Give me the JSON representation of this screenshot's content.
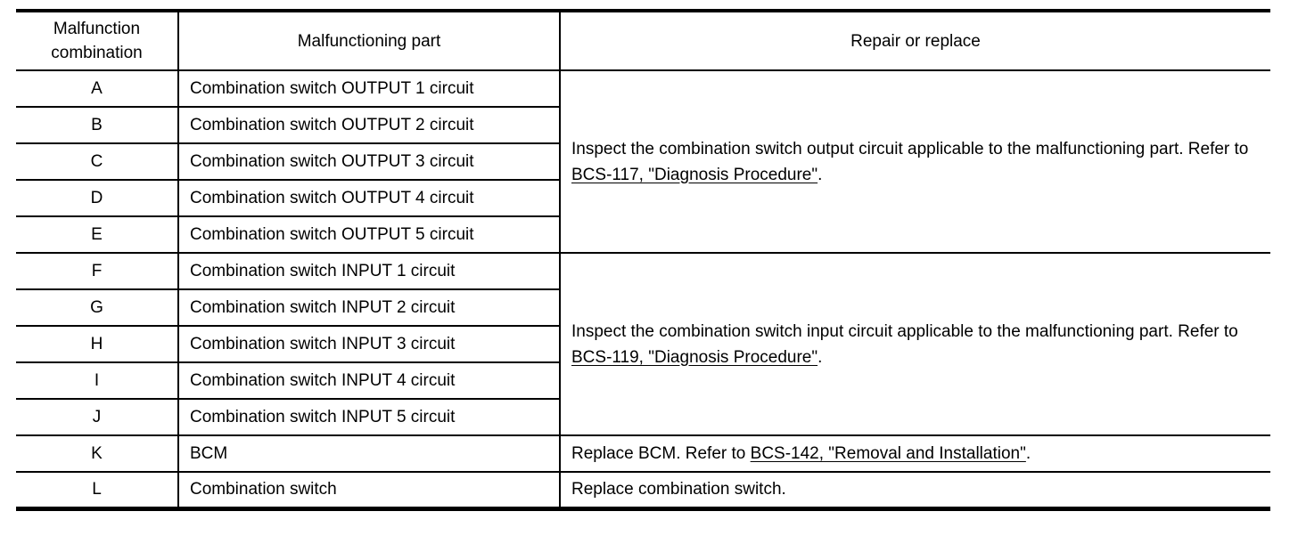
{
  "table": {
    "header": {
      "malfunction_combination": "Malfunction combination",
      "malfunctioning_part": "Malfunctioning part",
      "repair_or_replace": "Repair or replace"
    },
    "rows": [
      {
        "combo": "A",
        "part": "Combination switch OUTPUT 1 circuit"
      },
      {
        "combo": "B",
        "part": "Combination switch OUTPUT 2 circuit"
      },
      {
        "combo": "C",
        "part": "Combination switch OUTPUT 3 circuit"
      },
      {
        "combo": "D",
        "part": "Combination switch OUTPUT 4 circuit"
      },
      {
        "combo": "E",
        "part": "Combination switch OUTPUT 5 circuit"
      },
      {
        "combo": "F",
        "part": "Combination switch INPUT 1 circuit"
      },
      {
        "combo": "G",
        "part": "Combination switch INPUT 2 circuit"
      },
      {
        "combo": "H",
        "part": "Combination switch INPUT 3 circuit"
      },
      {
        "combo": "I",
        "part": "Combination switch INPUT 4 circuit"
      },
      {
        "combo": "J",
        "part": "Combination switch INPUT 5 circuit"
      },
      {
        "combo": "K",
        "part": "BCM"
      },
      {
        "combo": "L",
        "part": "Combination switch"
      }
    ],
    "repairs": {
      "output_group": {
        "before": "Inspect the combination switch output circuit applicable to the malfunctioning part. Refer to ",
        "link": "BCS-117, \"Diagnosis Procedure\"",
        "after": "."
      },
      "input_group": {
        "before": "Inspect the combination switch input circuit applicable to the malfunctioning part. Refer to ",
        "link": "BCS-119, \"Diagnosis Procedure\"",
        "after": "."
      },
      "bcm": {
        "before": "Replace BCM. Refer to ",
        "link": "BCS-142, \"Removal and Installation\"",
        "after": "."
      },
      "combination_switch": {
        "text": "Replace combination switch."
      }
    },
    "colors": {
      "border": "#000000",
      "text": "#000000",
      "background": "#ffffff"
    }
  }
}
